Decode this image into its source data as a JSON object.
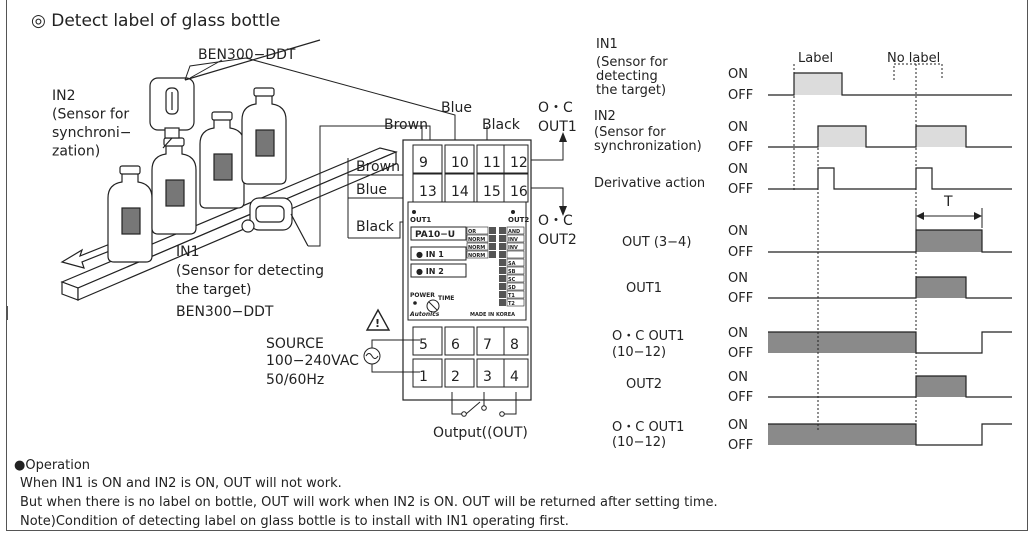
{
  "title": "◎ Detect label of glass bottle",
  "sensor_model": "BEN300−DDT",
  "sensor_model_bottom": "BEN300−DDT",
  "in2_label": [
    "IN2",
    "(Sensor for",
    "synchroni−",
    "zation)"
  ],
  "in1_label": [
    "IN1",
    "(Sensor for detecting",
    " the target)"
  ],
  "wires": {
    "brown": "Brown",
    "blue": "Blue",
    "black": "Black"
  },
  "terminals_top": [
    "9",
    "10",
    "11",
    "12"
  ],
  "terminals_mid": [
    "13",
    "14",
    "15",
    "16"
  ],
  "terminals_bottom_top": [
    "5",
    "6",
    "7",
    "8"
  ],
  "terminals_bottom": [
    "1",
    "2",
    "3",
    "4"
  ],
  "oc_out1": [
    "O・C",
    "OUT1"
  ],
  "oc_out2": [
    "O・C",
    "OUT2"
  ],
  "unit": {
    "out1": "OUT1",
    "out2": "OUT2",
    "model": "PA10−U",
    "in1": "● IN 1",
    "in2": "● IN 2",
    "power": "POWER",
    "time": "TIME",
    "brand": "Autonics",
    "made": "MADE IN KOREA",
    "switch_left": [
      "OR",
      "NORM",
      "NORM",
      "NORM"
    ],
    "switch_right": [
      "AND",
      "INV",
      "INV",
      "",
      "SA",
      "SB",
      "SC",
      "SD",
      "T1",
      "T2"
    ]
  },
  "source": [
    "SOURCE",
    "100−240VAC",
    "50/60Hz"
  ],
  "output_label": "Output((OUT)",
  "timing": {
    "label_text": "Label",
    "nolabel_text": "No label",
    "t_text": "T",
    "on": "ON",
    "off": "OFF",
    "rows": [
      {
        "name": [
          "IN1",
          "(Sensor for",
          "detecting",
          " the target)"
        ]
      },
      {
        "name": [
          "IN2",
          "(Sensor for",
          "synchronization)"
        ]
      },
      {
        "name": [
          "Derivative action"
        ]
      },
      {
        "name": [
          "OUT (3−4)"
        ]
      },
      {
        "name": [
          "OUT1"
        ]
      },
      {
        "name": [
          "O・C OUT1",
          "(10−12)"
        ]
      },
      {
        "name": [
          "OUT2"
        ]
      },
      {
        "name": [
          "O・C OUT1",
          "(10−12)"
        ]
      }
    ]
  },
  "operation": {
    "heading": "●Operation",
    "lines": [
      "When IN1 is ON and IN2 is ON, OUT will not work.",
      "But when there is no label on bottle, OUT will work when IN2 is ON. OUT will be returned after setting time.",
      "Note)Condition of detecting label on glass bottle is to install with IN1 operating first."
    ]
  },
  "colors": {
    "line": "#222222",
    "pulse_light": "#dcdcdc",
    "pulse_dark": "#8a8a8a"
  }
}
